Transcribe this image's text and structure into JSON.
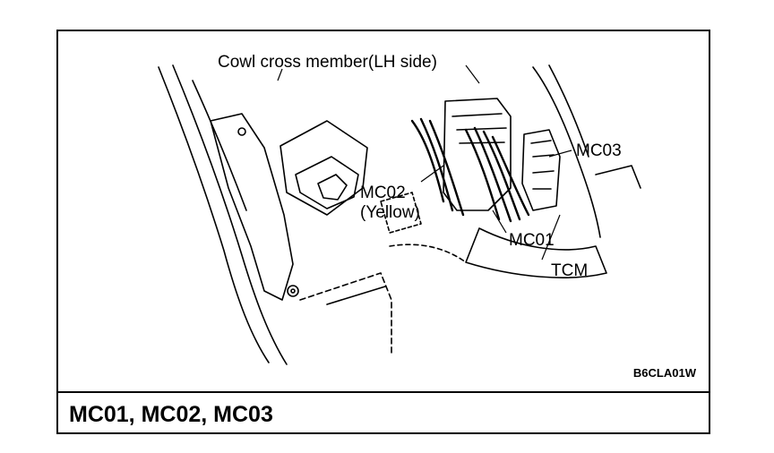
{
  "diagram": {
    "labels": {
      "cowl": "Cowl cross member(LH side)",
      "mc03": "MC03",
      "mc02": "MC02",
      "mc02_color": "(Yellow)",
      "mc01": "MC01",
      "tcm": "TCM"
    },
    "figure_code": "B6CLA01W",
    "caption": "MC01, MC02, MC03"
  }
}
